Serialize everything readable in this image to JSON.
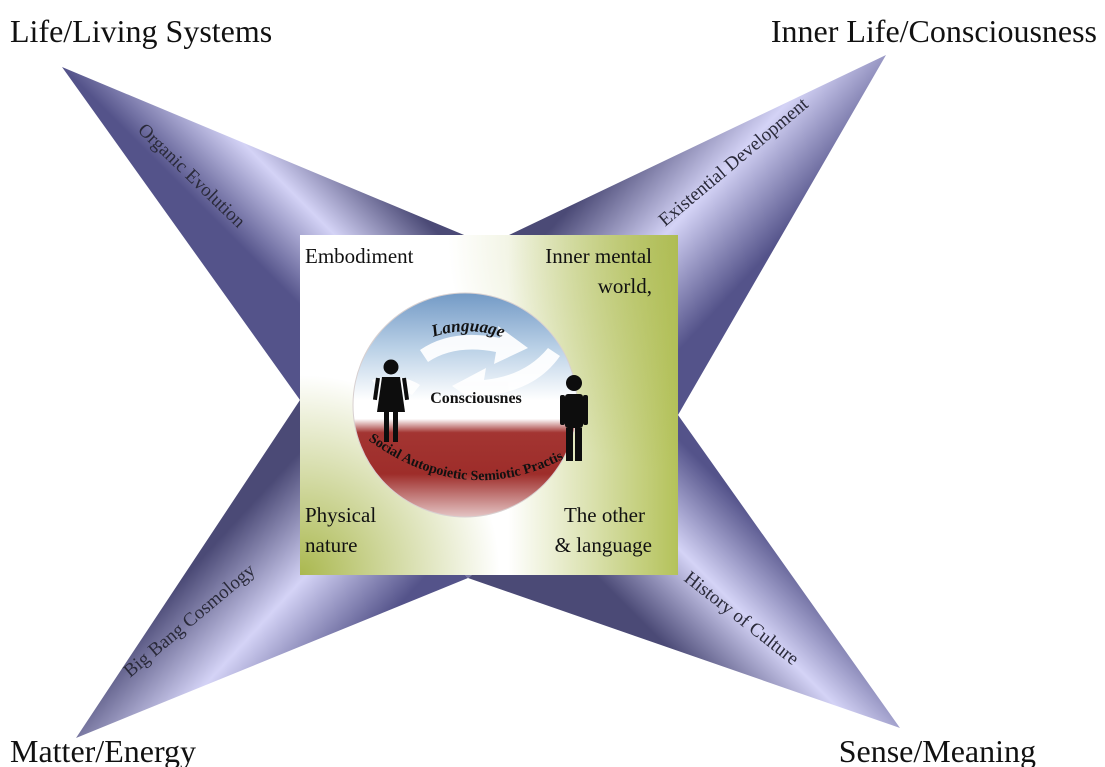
{
  "corners": {
    "top_left": "Life/Living Systems",
    "top_right": "Inner Life/Consciousness",
    "bottom_left": "Matter/Energy",
    "bottom_right": "Sense/Meaning"
  },
  "arms": {
    "top_left": "Organic Evolution",
    "top_right": "Existential Development",
    "bottom_left": "Big Bang Cosmology",
    "bottom_right": "History of Culture"
  },
  "panel": {
    "top_left": "Embodiment",
    "top_right_line1": "Inner mental",
    "top_right_line2": "world,",
    "bottom_left_line1": "Physical",
    "bottom_left_line2": "nature",
    "bottom_right_line1": "The other",
    "bottom_right_line2": "& language"
  },
  "circle": {
    "top": "Language",
    "middle": "Consciousnes",
    "bottom": "Social Autopoietic Semiotic Practist"
  },
  "colors": {
    "arm_dark": "#4b4a76",
    "arm_light": "#c9c9f2",
    "panel_green": "#b4c25a",
    "circle_sky": "#6f97c4",
    "circle_earth": "#9e2d2a"
  }
}
